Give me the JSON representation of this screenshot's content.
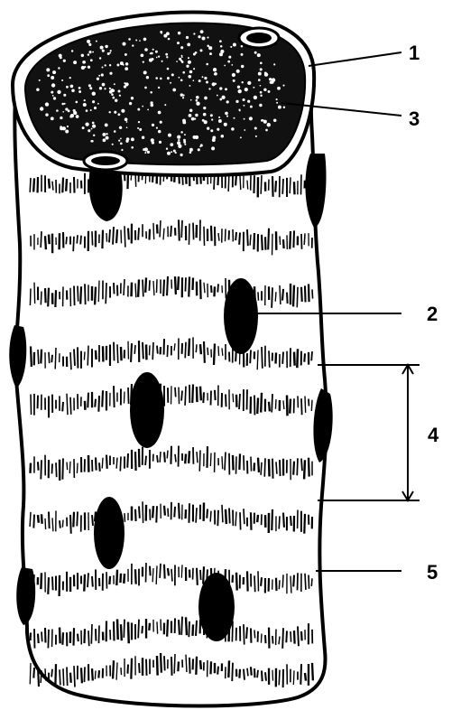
{
  "diagram": {
    "labels": [
      {
        "id": "1",
        "text": "1"
      },
      {
        "id": "2",
        "text": "2"
      },
      {
        "id": "3",
        "text": "3"
      },
      {
        "id": "4",
        "text": "4"
      },
      {
        "id": "5",
        "text": "5"
      }
    ]
  },
  "colors": {
    "ink": "#000000",
    "paper": "#ffffff",
    "speckle": "#ffffff"
  }
}
